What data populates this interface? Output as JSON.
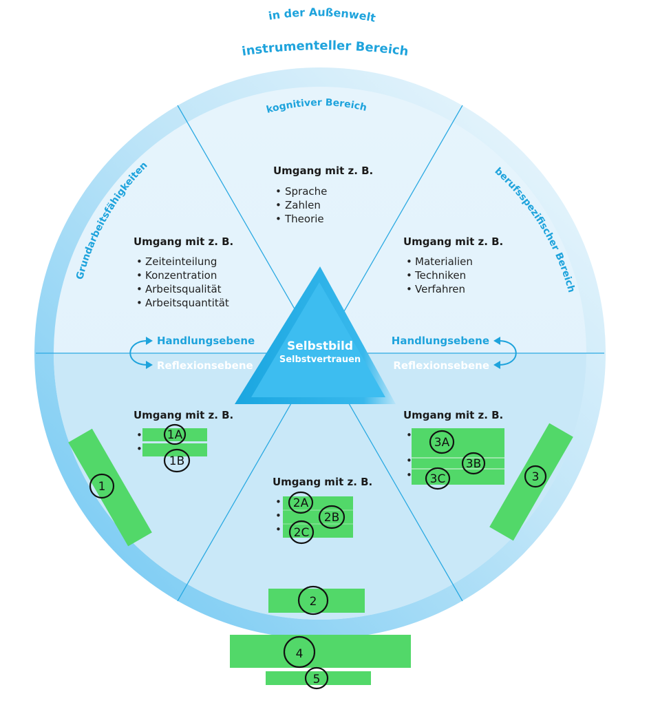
{
  "outer_labels": {
    "top_line1": "in der Außenwelt",
    "top_line2": "instrumenteller Bereich",
    "ring_top": "kognitiver Bereich",
    "ring_left": "Grundarbeitsfähigkeiten",
    "ring_right": "berufsspezifischer Bereich"
  },
  "center": {
    "title": "Selbstbild",
    "subtitle": "Selbstvertrauen"
  },
  "levels": {
    "left_top": "Handlungsebene",
    "left_bottom": "Reflexionsebene",
    "right_top": "Handlungsebene",
    "right_bottom": "Reflexionsebene"
  },
  "segments": {
    "top": {
      "heading": "Umgang mit z. B.",
      "items": [
        "Sprache",
        "Zahlen",
        "Theorie"
      ]
    },
    "upper_left": {
      "heading": "Umgang mit z. B.",
      "items": [
        "Zeiteinteilung",
        "Konzentration",
        "Arbeitsqualität",
        "Arbeitsquantität"
      ]
    },
    "upper_right": {
      "heading": "Umgang mit z. B.",
      "items": [
        "Materialien",
        "Techniken",
        "Verfahren"
      ]
    },
    "lower_left": {
      "heading": "Umgang mit z. B.",
      "bullets": 2
    },
    "bottom": {
      "heading": "Umgang mit z. B.",
      "bullets": 3
    },
    "lower_right": {
      "heading": "Umgang mit z. B.",
      "bullets": 3
    }
  },
  "markers": {
    "m1A": "1A",
    "m1B": "1B",
    "m2A": "2A",
    "m2B": "2B",
    "m2C": "2C",
    "m3A": "3A",
    "m3B": "3B",
    "m3C": "3C",
    "m1": "1",
    "m2": "2",
    "m3": "3",
    "m4": "4",
    "m5": "5"
  },
  "colors": {
    "accent_blue": "#1ea3dc",
    "triangle": "#3dbdf0",
    "redaction_green": "#52d869"
  }
}
